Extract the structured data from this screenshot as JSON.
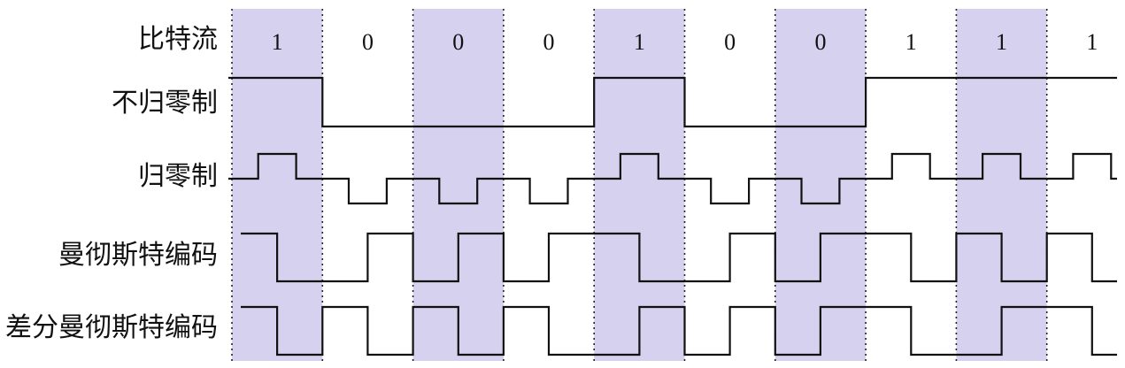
{
  "labels": {
    "bitstream": "比特流",
    "nrz": "不归零制",
    "rz": "归零制",
    "manchester": "曼彻斯特编码",
    "diff_manchester": "差分曼彻斯特编码"
  },
  "bits": [
    "1",
    "0",
    "0",
    "0",
    "1",
    "0",
    "0",
    "1",
    "1",
    "1"
  ],
  "shaded_cells": [
    0,
    2,
    4,
    6,
    8
  ],
  "colors": {
    "shade": "#d5d1ee",
    "line": "#111111",
    "grid": "#222222"
  },
  "encodings": {
    "nrz": "level high for 1, low for 0",
    "rz": "positive pulse in mid-bit for 1, negative pulse for 0",
    "manchester": "high-to-low transition for 1, low-to-high for 0",
    "diff_manchester": "transition at bit start for 0, none for 1; always transition mid-bit"
  }
}
